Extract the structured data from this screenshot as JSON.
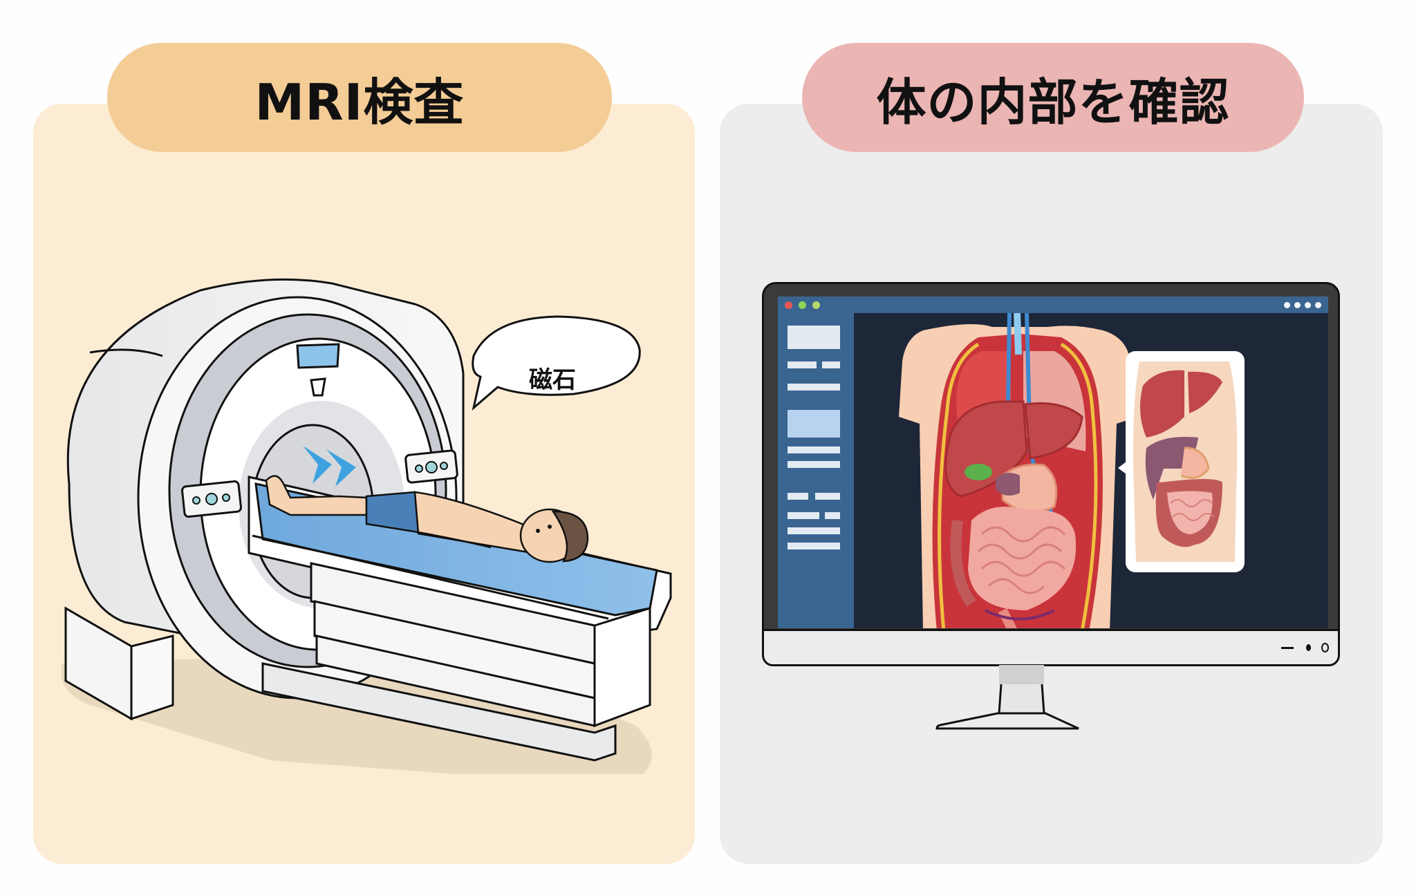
{
  "panels": {
    "left": {
      "title": "MRI検査",
      "background_color": "#FCECD4",
      "title_pill_color": "#F4CC96",
      "illustration": {
        "subject": "MRI scanner with patient lying on table sliding into bore",
        "speech_bubble_text": "磁石",
        "arrow_color": "#3FA2E0",
        "patient_shorts_color": "#4A80B8",
        "table_pad_color": "#7DB4E3"
      }
    },
    "right": {
      "title": "体の内部を確認",
      "background_color": "#EDEDED",
      "title_pill_color": "#EBB5B3",
      "illustration": {
        "subject": "Desktop monitor displaying anatomical view of internal organs",
        "window_dots": [
          "#E85555",
          "#8ED65A",
          "#B6D96A"
        ],
        "menu_dots_count": 4,
        "sidebar_color": "#3A6591",
        "content_bg_color": "#1E2738",
        "main_view": "Torso with lungs, liver, gallbladder, stomach, intestines",
        "inset_view": "Zoomed abdomen with liver, spleen, stomach, colon, small intestine",
        "monitor_controls": [
          "minus-button",
          "dot-indicator",
          "power-button"
        ]
      }
    }
  }
}
